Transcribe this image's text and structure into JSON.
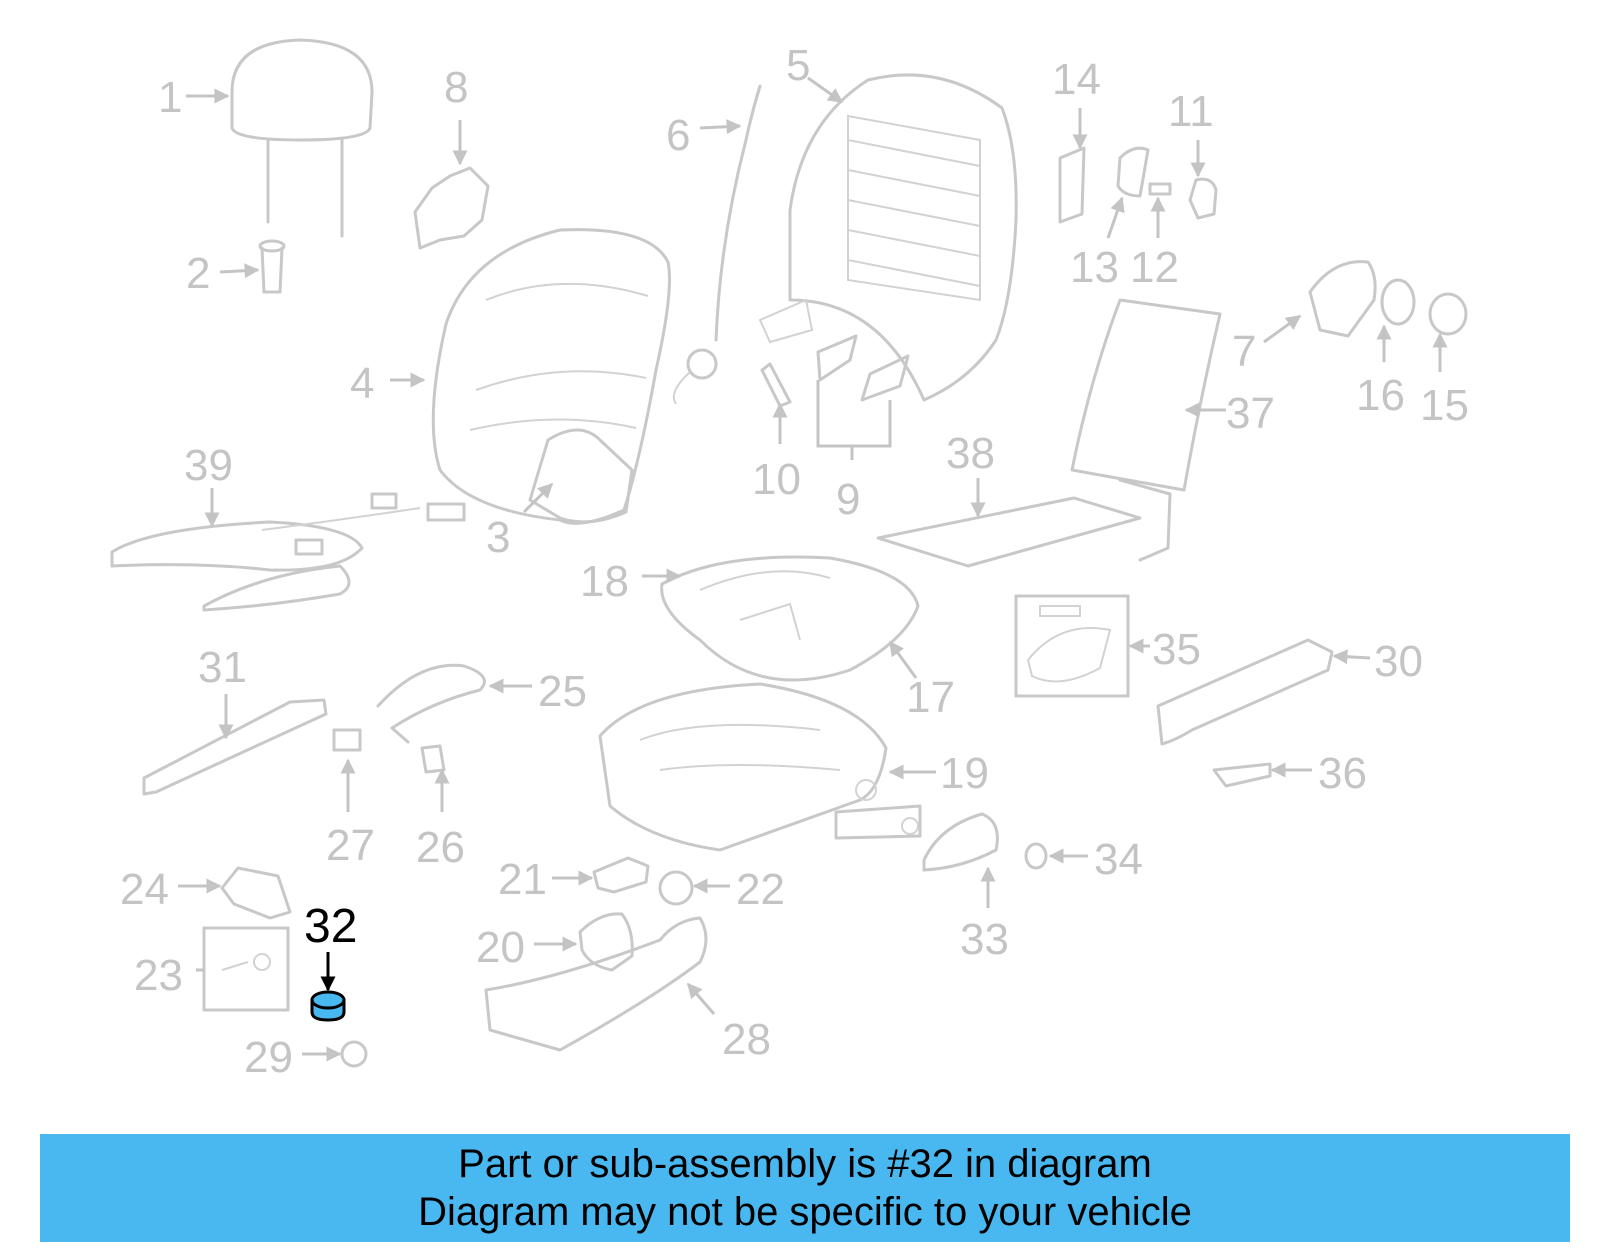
{
  "diagram": {
    "labels": [
      "1",
      "2",
      "3",
      "4",
      "5",
      "6",
      "7",
      "8",
      "9",
      "10",
      "11",
      "12",
      "13",
      "14",
      "15",
      "16",
      "17",
      "18",
      "19",
      "20",
      "21",
      "22",
      "23",
      "24",
      "25",
      "26",
      "27",
      "28",
      "29",
      "30",
      "31",
      "33",
      "34",
      "35",
      "36",
      "37",
      "38",
      "39"
    ],
    "highlight_label": "32",
    "highlight_color": "#4ab8f0",
    "leader_color": "#c4c4c4",
    "part_color": "#c8c8c8"
  },
  "banner": {
    "line1": "Part or sub-assembly is #32 in diagram",
    "line2": "Diagram may not be specific to your vehicle",
    "color": "#4ab8f0"
  }
}
